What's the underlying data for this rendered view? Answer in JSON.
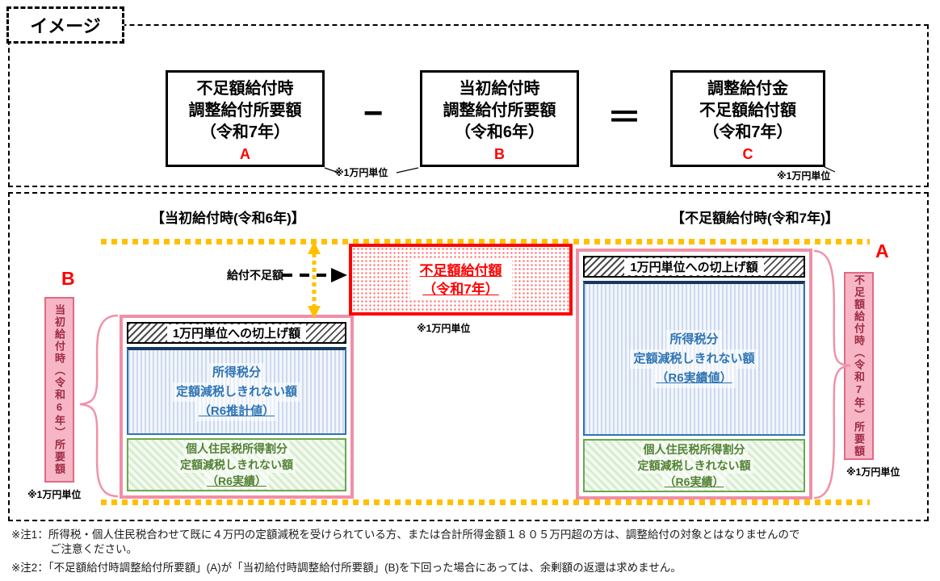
{
  "page": {
    "title": "イメージ"
  },
  "formula": {
    "box_a": {
      "line1": "不足額給付時",
      "line2": "調整給付所要額",
      "line3": "（令和7年）",
      "label": "A"
    },
    "minus": "−",
    "box_b": {
      "line1": "当初給付時",
      "line2": "調整給付所要額",
      "line3": "（令和6年）",
      "label": "B"
    },
    "equals": "＝",
    "box_c": {
      "line1": "調整給付金",
      "line2": "不足額給付額",
      "line3": "（令和7年）",
      "label": "C"
    },
    "unit_note_ab": "※1万円単位",
    "unit_note_c": "※1万円単位"
  },
  "diagram": {
    "left_header": "【当初給付時(令和6年)】",
    "right_header": "【不足額給付時(令和7年)】",
    "label_b": "B",
    "label_a": "A",
    "left_axis_label": "当初給付時（令和6年）所要額",
    "right_axis_label": "不足額給付時（令和7年）所要額",
    "unit_note_left": "※1万円単位",
    "unit_note_center": "※1万円単位",
    "unit_note_right": "※1万円単位",
    "shortfall_arrow_label": "給付不足額",
    "shortfall_box": {
      "line1": "不足額給付額",
      "line2": "（令和7年）"
    },
    "left_stack": {
      "roundup": "1万円単位への切上げ額",
      "income_line1": "所得税分",
      "income_line2": "定額減税しきれない額",
      "income_line3": "（R6推計値）",
      "resident_line1": "個人住民税所得割分",
      "resident_line2": "定額減税しきれない額",
      "resident_line3": "（R6実績）"
    },
    "right_stack": {
      "roundup": "1万円単位への切上げ額",
      "income_line1": "所得税分",
      "income_line2": "定額減税しきれない額",
      "income_line3": "（R6実績値）",
      "resident_line1": "個人住民税所得割分",
      "resident_line2": "定額減税しきれない額",
      "resident_line3": "（R6実績）"
    }
  },
  "footnotes": {
    "note1_line1": "※注1：所得税・個人住民税合わせて既に４万円の定額減税を受けられている方、または合計所得金額１８０５万円超の方は、調整給付の対象とはなりませんので",
    "note1_line2": "ご注意ください。",
    "note2": "※注2：「不足額給付時調整給付所要額」(A)が「当初給付時調整給付所要額」(B)を下回った場合にあっては、余剰額の返還は求めません。"
  },
  "colors": {
    "accent_red": "#ff0000",
    "pink_border": "#f08fa8",
    "pink_fill": "#f6b6c5",
    "blue_text": "#2e74b5",
    "green_text": "#538135",
    "gold": "#ffc000"
  }
}
